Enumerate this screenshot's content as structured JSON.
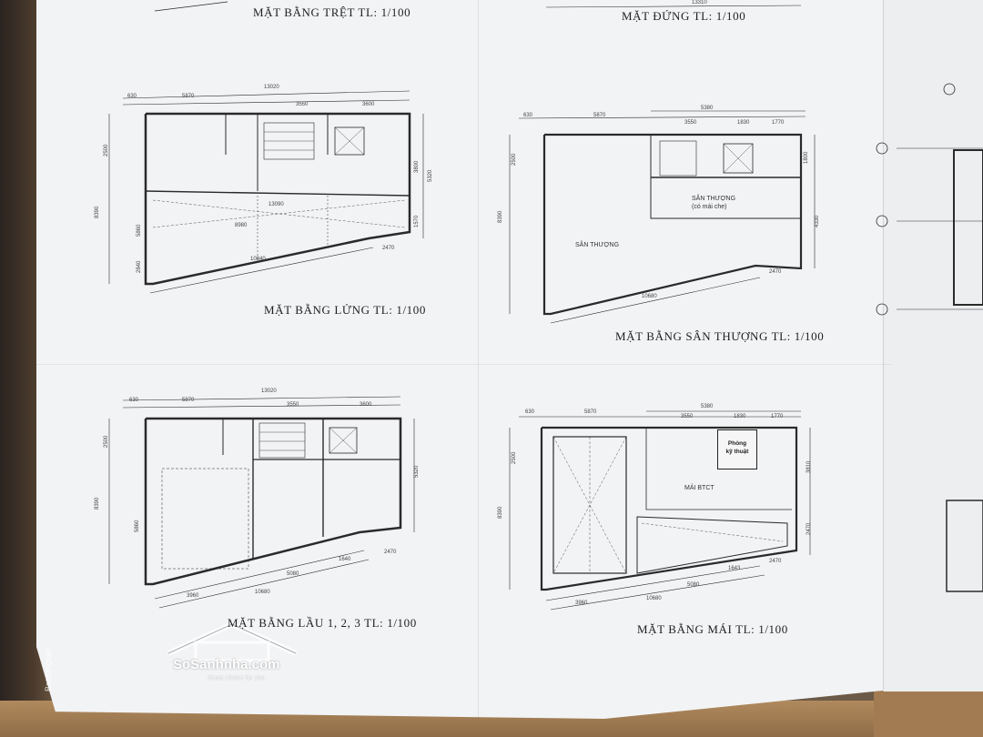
{
  "titles": {
    "ground": "MẶT BẰNG TRỆT  TL: 1/100",
    "elevation": "MẶT ĐỨNG  TL: 1/100",
    "mezzanine": "MẶT BẰNG LỬNG  TL: 1/100",
    "terrace": "MẶT BẰNG SÂN THƯỢNG  TL: 1/100",
    "floors": "MẶT BẰNG LẦU 1, 2, 3  TL: 1/100",
    "roof": "MẶT BẰNG MÁI  TL: 1/100"
  },
  "rooms": {
    "terrace_label": "SÂN THƯỢNG",
    "terrace_covered": "SÂN THƯỢNG",
    "terrace_covered_note": "(có mái che)",
    "roof_slab": "MÁI BTCT",
    "tech_room": "Phòng\nkỹ thuật"
  },
  "dimensions": {
    "mezz_top_total": "13020",
    "mezz_top_parts": [
      "630",
      "5870",
      "3550",
      "3600"
    ],
    "mezz_inner": "13090",
    "mezz_mid": "8980",
    "mezz_bottom": "10840",
    "mezz_right": "2470",
    "mezz_heights": [
      "2500",
      "8390",
      "5320",
      "3800",
      "1570",
      "2840",
      "5860"
    ],
    "terrace_top": "5380",
    "terrace_top_parts": [
      "630",
      "5870",
      "3550",
      "1830",
      "1770"
    ],
    "terrace_bottom": "10680",
    "terrace_right": "2470",
    "terrace_heights": [
      "2500",
      "8390",
      "1800",
      "4330"
    ],
    "floors_top_total": "13020",
    "floors_top_parts": [
      "630",
      "5870",
      "3550",
      "3600"
    ],
    "floors_bottom": "10680",
    "floors_bottom_parts": [
      "3960",
      "5080",
      "1640"
    ],
    "floors_right": "2470",
    "floors_heights": [
      "2500",
      "8390",
      "5320",
      "5860"
    ],
    "roof_top": "5380",
    "roof_top_parts": [
      "630",
      "5870",
      "3550",
      "1830",
      "1770"
    ],
    "roof_bottom": "10680",
    "roof_bottom_parts": [
      "3960",
      "5080",
      "1643"
    ],
    "roof_right": "2470",
    "roof_heights": [
      "2500",
      "8390",
      "3810",
      "2470"
    ],
    "elevation_top": "13310"
  },
  "watermarks": {
    "brand": "SoSanhnha.com",
    "tagline": "Great choice for you",
    "side": "Batdongsan"
  }
}
